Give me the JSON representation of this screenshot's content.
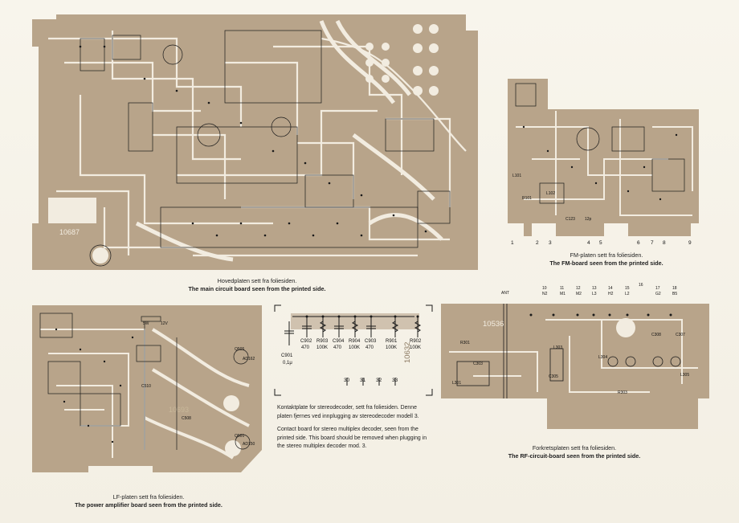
{
  "colors": {
    "paper": "#f7f3ea",
    "board": "#b8a48a",
    "board_dark": "#a89377",
    "trace": "#f2ece0",
    "ink": "#1a1a1a"
  },
  "main_board": {
    "id_label": "10687",
    "caption_no": "Hovedplaten sett fra foliesiden.",
    "caption_en": "The main circuit board seen from the printed side."
  },
  "fm_board": {
    "caption_no": "FM-platen sett fra foliesiden.",
    "caption_en": "The FM-board seen from the printed side.",
    "pin_numbers": [
      "1",
      "2",
      "3",
      "4",
      "5",
      "6",
      "7",
      "8",
      "9"
    ],
    "component_labels": [
      "R101",
      "L102",
      "C123",
      "12p",
      "L101"
    ]
  },
  "lf_board": {
    "id_label": "10693",
    "caption_no": "LF-platen sett fra foliesiden.",
    "caption_en": "The power amplifier board seen from the printed side.",
    "component_labels": [
      "12V",
      "Q505",
      "AD162",
      "Q501",
      "AD150",
      "C510",
      "C508",
      "5W"
    ]
  },
  "contact_board": {
    "id_label": "10632",
    "components": [
      {
        "ref": "C901",
        "value": "0,1μ"
      },
      {
        "ref": "C902",
        "value": "470"
      },
      {
        "ref": "R903",
        "value": "100K"
      },
      {
        "ref": "C904",
        "value": "470"
      },
      {
        "ref": "R904",
        "value": "100K"
      },
      {
        "ref": "C903",
        "value": "470"
      },
      {
        "ref": "R901",
        "value": "100K"
      },
      {
        "ref": "R902",
        "value": "100K"
      }
    ],
    "pins": [
      "30",
      "31",
      "32",
      "33"
    ],
    "text_no": "Kontaktplate for stereodecoder, sett fra foliesiden. Denne platen fjernes ved innplugging av stereodecoder modell 3.",
    "text_en": "Contact board for stereo multiplex decoder, seen from the printed side. This board should be removed when plugging in the stereo multiplex decoder mod. 3."
  },
  "rf_board": {
    "id_label": "10536",
    "caption_no": "Forkretsplaten sett fra foliesiden.",
    "caption_en": "The RF-circuit-board seen from the printed side.",
    "terminals": [
      {
        "num": "ANT",
        "name": ""
      },
      {
        "num": "10",
        "name": "N2"
      },
      {
        "num": "11",
        "name": "M1"
      },
      {
        "num": "12",
        "name": "M2"
      },
      {
        "num": "13",
        "name": "L3"
      },
      {
        "num": "14",
        "name": "H2"
      },
      {
        "num": "15",
        "name": "L2"
      },
      {
        "num": "16",
        "name": ""
      },
      {
        "num": "17",
        "name": "G2"
      },
      {
        "num": "18",
        "name": "B5"
      }
    ],
    "component_labels": [
      "R301",
      "L303",
      "C303",
      "L301",
      "C305",
      "R303",
      "C308",
      "C307",
      "L305",
      "L304"
    ]
  }
}
